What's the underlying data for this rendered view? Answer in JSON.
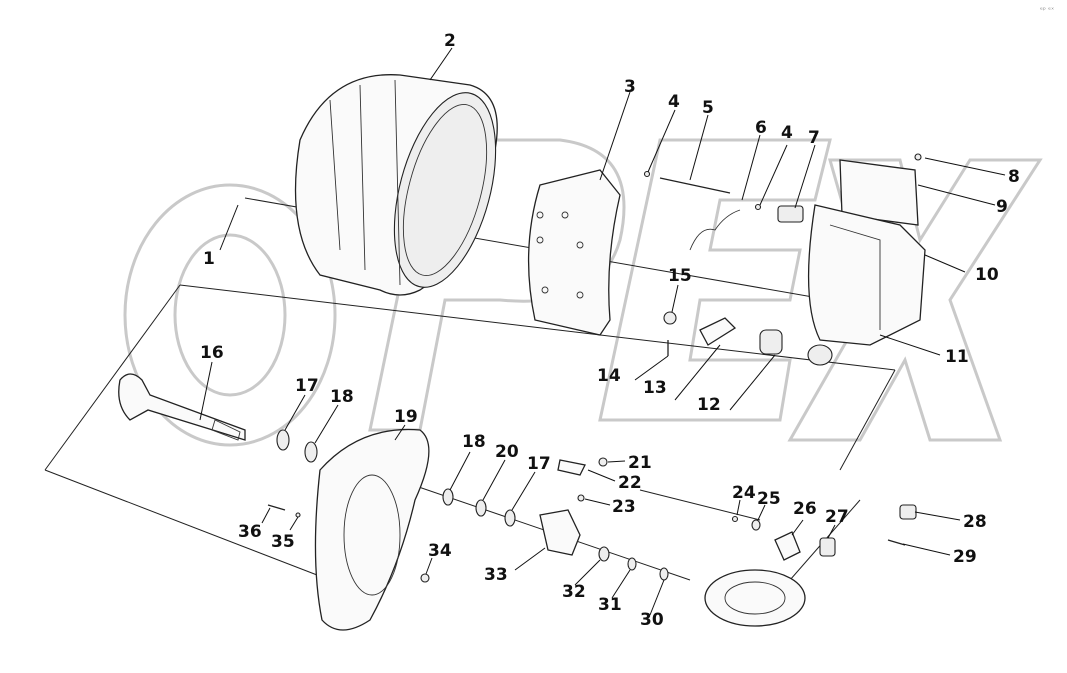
{
  "diagram": {
    "kind": "exploded parts view",
    "watermark": "OPEX",
    "corner_mark": "ᵉᵖ ᵉˣ",
    "callouts": [
      {
        "id": "c1",
        "text": "1"
      },
      {
        "id": "c2",
        "text": "2"
      },
      {
        "id": "c3",
        "text": "3"
      },
      {
        "id": "c4a",
        "text": "4"
      },
      {
        "id": "c4b",
        "text": "4"
      },
      {
        "id": "c5",
        "text": "5"
      },
      {
        "id": "c6",
        "text": "6"
      },
      {
        "id": "c7",
        "text": "7"
      },
      {
        "id": "c8",
        "text": "8"
      },
      {
        "id": "c9",
        "text": "9"
      },
      {
        "id": "c10",
        "text": "10"
      },
      {
        "id": "c11",
        "text": "11"
      },
      {
        "id": "c12",
        "text": "12"
      },
      {
        "id": "c13",
        "text": "13"
      },
      {
        "id": "c14",
        "text": "14"
      },
      {
        "id": "c15",
        "text": "15"
      },
      {
        "id": "c16",
        "text": "16"
      },
      {
        "id": "c17a",
        "text": "17"
      },
      {
        "id": "c17b",
        "text": "17"
      },
      {
        "id": "c18a",
        "text": "18"
      },
      {
        "id": "c18b",
        "text": "18"
      },
      {
        "id": "c19",
        "text": "19"
      },
      {
        "id": "c20",
        "text": "20"
      },
      {
        "id": "c21",
        "text": "21"
      },
      {
        "id": "c22",
        "text": "22"
      },
      {
        "id": "c23",
        "text": "23"
      },
      {
        "id": "c24",
        "text": "24"
      },
      {
        "id": "c25",
        "text": "25"
      },
      {
        "id": "c26",
        "text": "26"
      },
      {
        "id": "c27",
        "text": "27"
      },
      {
        "id": "c28",
        "text": "28"
      },
      {
        "id": "c29",
        "text": "29"
      },
      {
        "id": "c30",
        "text": "30"
      },
      {
        "id": "c31",
        "text": "31"
      },
      {
        "id": "c32",
        "text": "32"
      },
      {
        "id": "c33",
        "text": "33"
      },
      {
        "id": "c34",
        "text": "34"
      },
      {
        "id": "c35",
        "text": "35"
      },
      {
        "id": "c36",
        "text": "36"
      }
    ]
  }
}
